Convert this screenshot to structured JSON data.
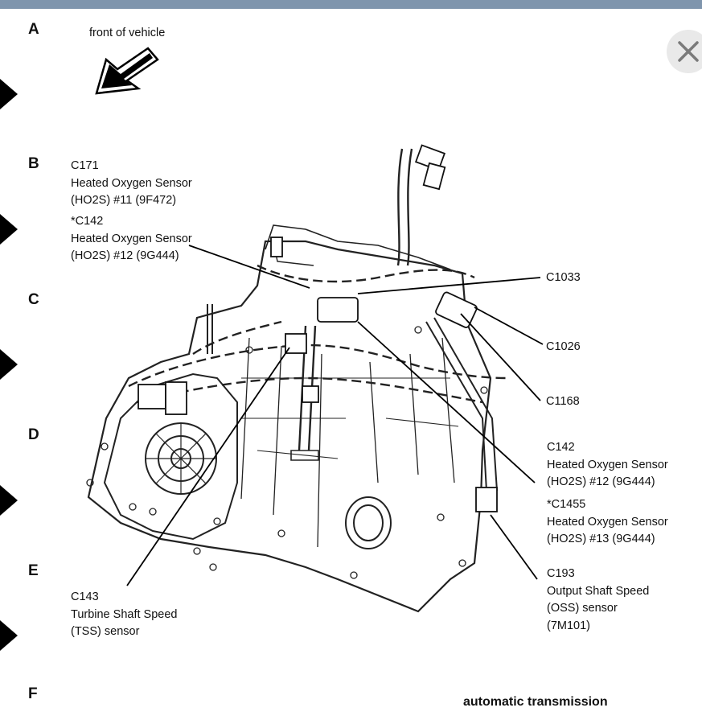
{
  "rows": [
    "A",
    "B",
    "C",
    "D",
    "E",
    "F"
  ],
  "front_label": "front of vehicle",
  "caption": "automatic transmission",
  "close_icon": "close-icon",
  "callouts": {
    "c171": [
      "C171",
      "Heated Oxygen Sensor",
      "(HO2S) #11 (9F472)"
    ],
    "c142_left": [
      "*C142",
      "Heated Oxygen Sensor",
      "(HO2S) #12 (9G444)"
    ],
    "c1033": [
      "C1033"
    ],
    "c1026": [
      "C1026"
    ],
    "c1168": [
      "C1168"
    ],
    "c142_right": [
      "C142",
      "Heated Oxygen Sensor",
      "(HO2S) #12 (9G444)"
    ],
    "c1455": [
      "*C1455",
      "Heated Oxygen Sensor",
      "(HO2S) #13 (9G444)"
    ],
    "c193": [
      "C193",
      "Output Shaft Speed",
      "(OSS) sensor",
      "(7M101)"
    ],
    "c143": [
      "C143",
      "Turbine Shaft Speed",
      "(TSS) sensor"
    ]
  }
}
